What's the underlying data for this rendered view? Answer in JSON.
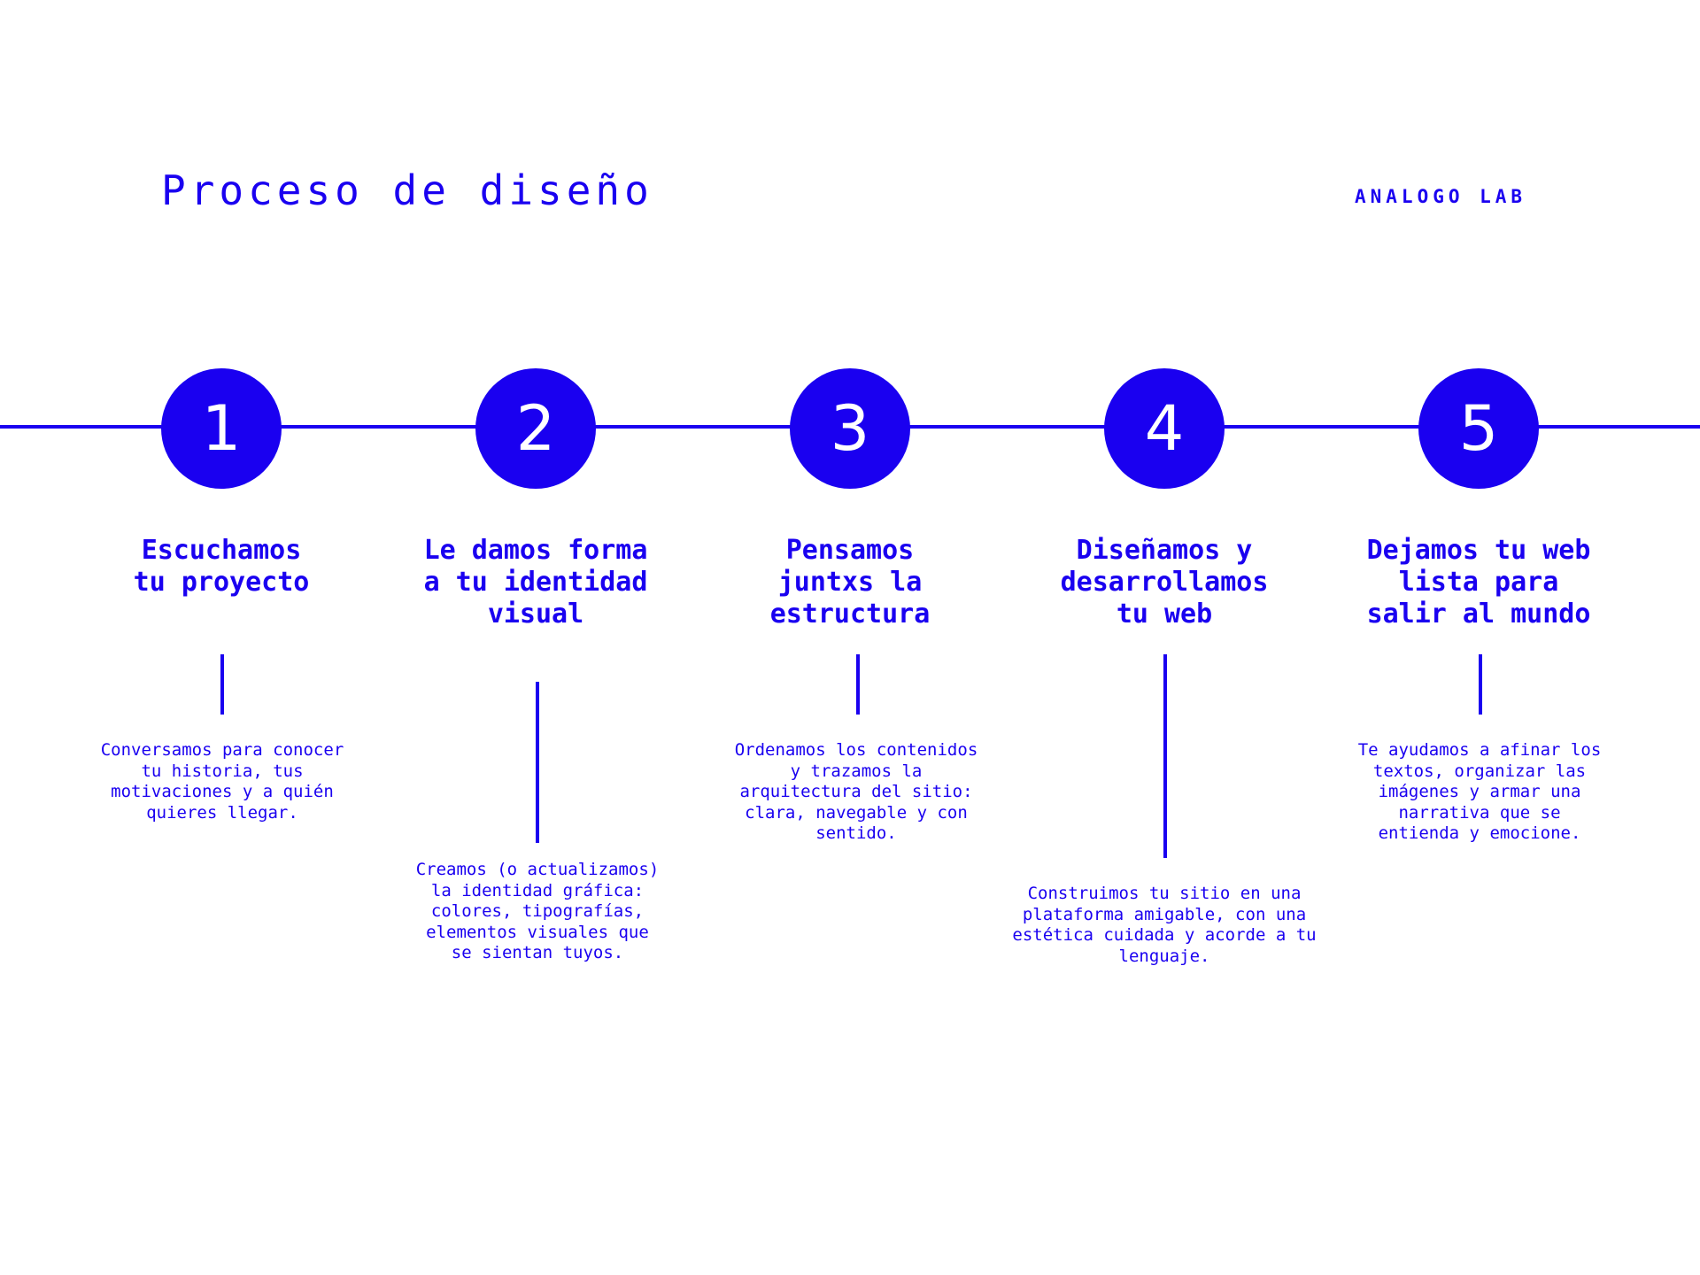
{
  "header": {
    "title": "Proceso de diseño",
    "brand": "ANALOGO LAB"
  },
  "colors": {
    "accent": "#1a00f0",
    "background": "#ffffff"
  },
  "steps": [
    {
      "number": "1",
      "title": "Escuchamos\ntu proyecto",
      "text": "Conversamos para conocer\ntu historia, tus\nmotivaciones y a quién\nquieres llegar."
    },
    {
      "number": "2",
      "title": "Le damos forma\na tu identidad\nvisual",
      "text": "Creamos (o actualizamos)\nla identidad gráfica:\ncolores, tipografías,\nelementos visuales que\nse sientan tuyos."
    },
    {
      "number": "3",
      "title": "Pensamos\njuntxs la\nestructura",
      "text": "Ordenamos los contenidos\ny trazamos la\narquitectura del sitio:\nclara, navegable y con\nsentido."
    },
    {
      "number": "4",
      "title": "Diseñamos y\ndesarrollamos\ntu web",
      "text": "Construimos tu sitio en una\nplataforma amigable, con una\nestética cuidada y acorde a tu\nlenguaje."
    },
    {
      "number": "5",
      "title": "Dejamos tu web\nlista para\nsalir al mundo",
      "text": "Te ayudamos a afinar los\ntextos, organizar las\nimágenes y armar una\nnarrativa que se\nentienda y emocione."
    }
  ]
}
